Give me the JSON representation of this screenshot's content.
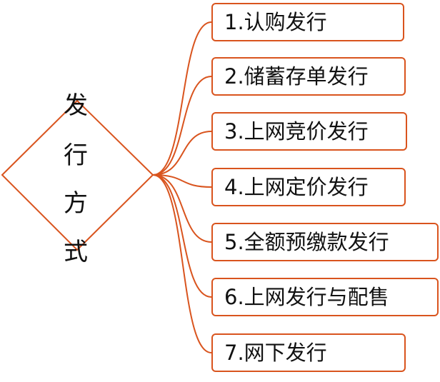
{
  "diagram": {
    "root": {
      "chars": [
        "发",
        "行",
        "方",
        "式"
      ]
    },
    "items": [
      "1.认购发行",
      "2.储蓄存单发行",
      "3.上网竞价发行",
      "4.上网定价发行",
      "5.全额预缴款发行",
      "6.上网发行与配售",
      "7.网下发行"
    ],
    "colors": {
      "stroke": "#d9541e",
      "text": "#111111"
    }
  }
}
